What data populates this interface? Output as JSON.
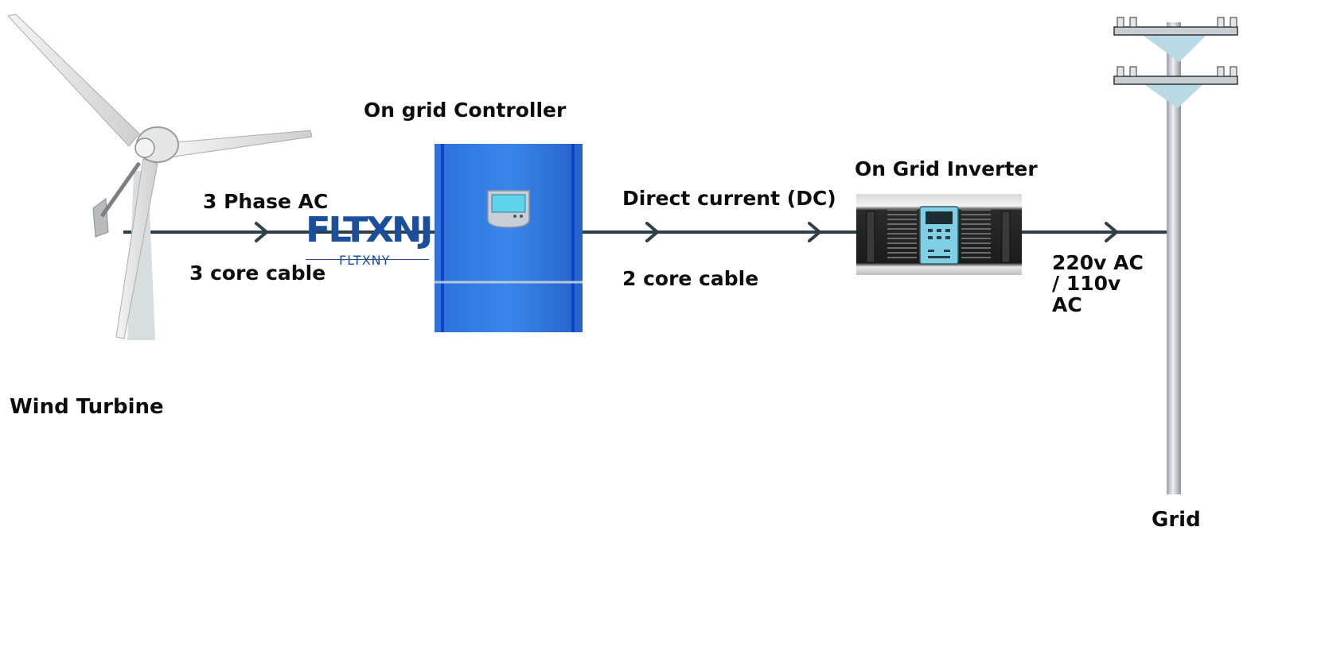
{
  "labels": {
    "wind_turbine": "Wind Turbine",
    "three_phase": "3 Phase AC",
    "three_core": "3 core cable",
    "controller": "On grid Controller",
    "dc": "Direct current (DC)",
    "two_core": "2 core cable",
    "inverter": "On Grid Inverter",
    "ac_output": "220v AC / 110v AC",
    "grid": "Grid"
  },
  "logo": {
    "main": "FLTXNJ",
    "sub": "FLTXNY"
  },
  "colors": {
    "cable": "#2e3f45",
    "controller_body": "#2a6fd6",
    "controller_trim": "#1440c8",
    "inverter_body": "#1e1e1e",
    "inverter_display": "#5cc8e0",
    "pole": "#c8ccd0",
    "logo": "#1b4f9c"
  }
}
